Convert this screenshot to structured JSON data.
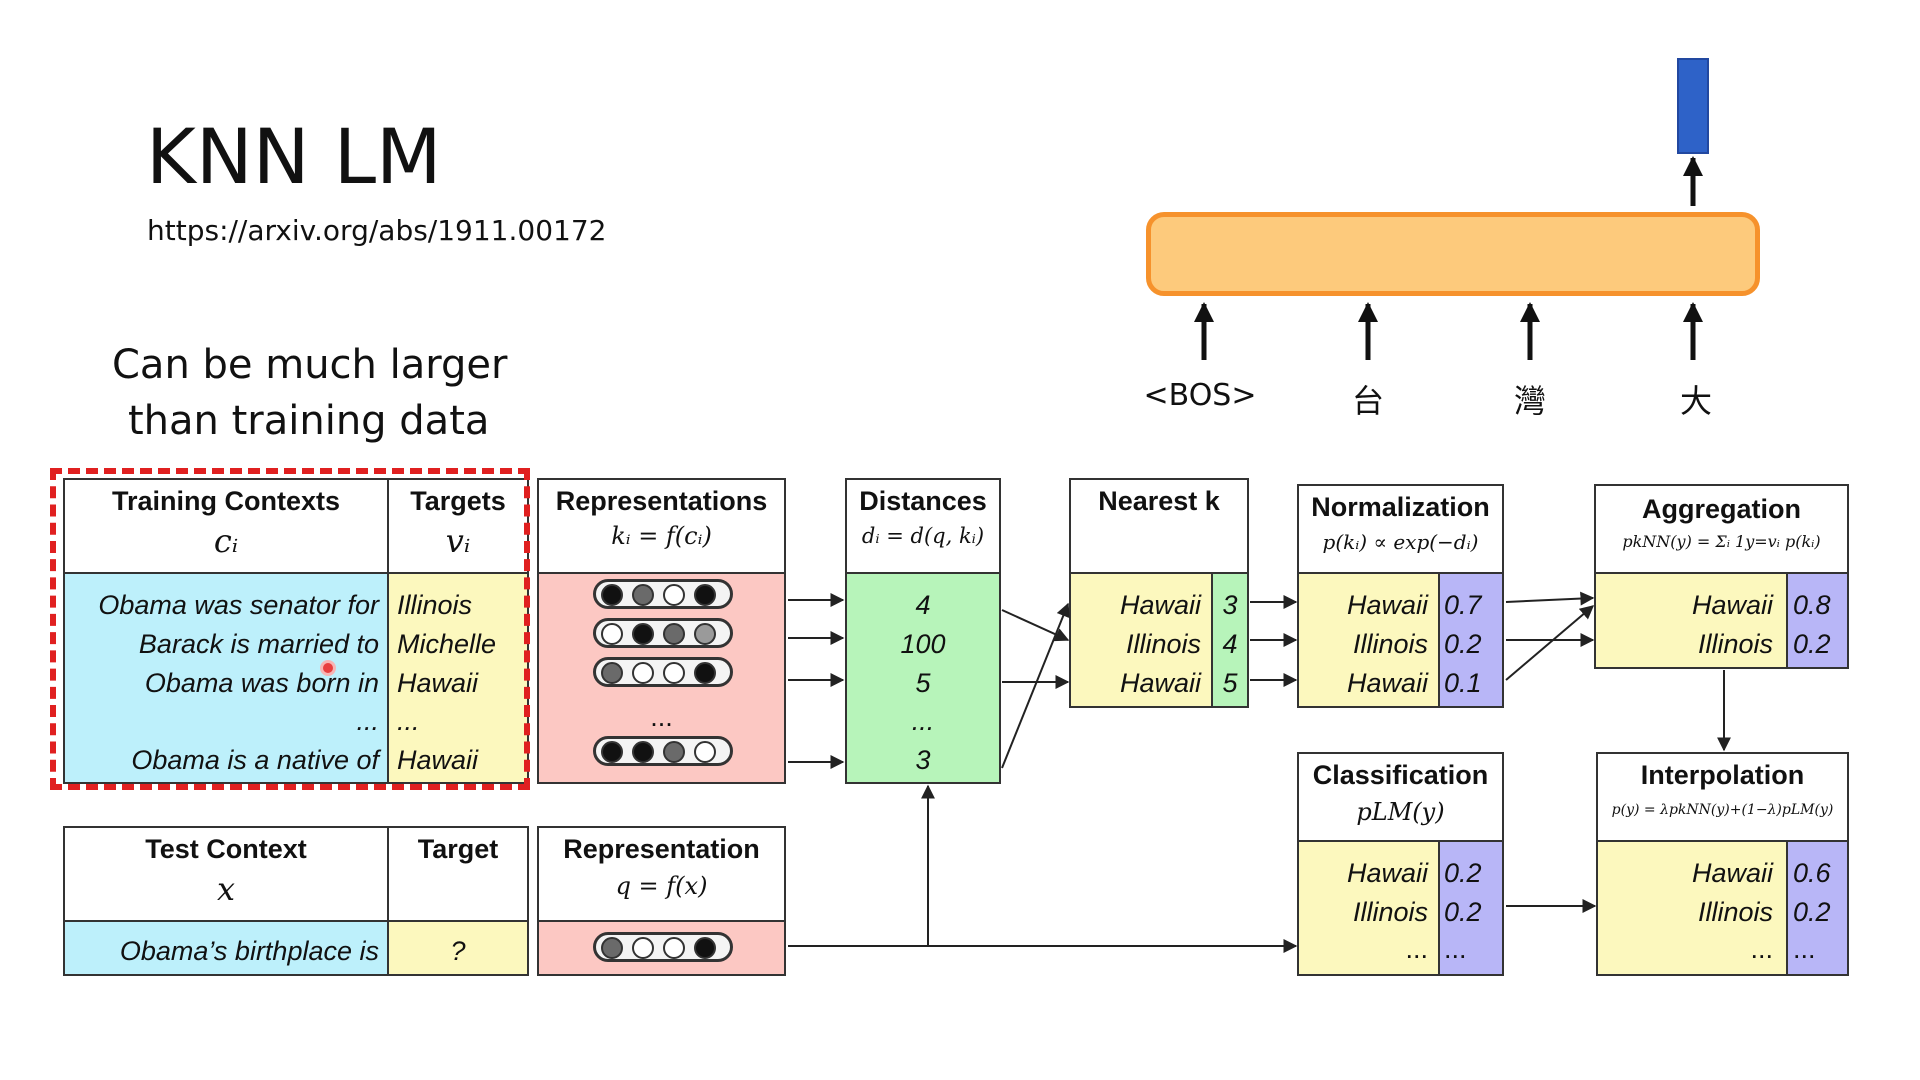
{
  "slide": {
    "title": "KNN LM",
    "url": "https://arxiv.org/abs/1911.00172",
    "note_line1": "Can be much larger",
    "note_line2": "than training data"
  },
  "lm": {
    "tokens": [
      "<BOS>",
      "台",
      "灣",
      "大"
    ]
  },
  "training": {
    "header": "Training Contexts",
    "formula": "cᵢ",
    "contexts": [
      "Obama was senator for",
      "Barack is married to",
      "Obama was born in",
      "...",
      "Obama is a native of"
    ],
    "targets_header": "Targets",
    "targets_formula": "vᵢ",
    "targets": [
      "Illinois",
      "Michelle",
      "Hawaii",
      "...",
      "Hawaii"
    ]
  },
  "representations": {
    "header": "Representations",
    "formula": "kᵢ = f(cᵢ)",
    "ellipsis": "...",
    "patterns": [
      [
        "#111111",
        "#6a6a6a",
        "#ffffff",
        "#111111"
      ],
      [
        "#ffffff",
        "#111111",
        "#6a6a6a",
        "#9a9a9a"
      ],
      [
        "#6a6a6a",
        "#ffffff",
        "#ffffff",
        "#111111"
      ],
      [
        "#111111",
        "#111111",
        "#6a6a6a",
        "#ffffff"
      ]
    ]
  },
  "distances": {
    "header": "Distances",
    "formula": "dᵢ = d(q, kᵢ)",
    "values": [
      "4",
      "100",
      "5",
      "...",
      "3"
    ]
  },
  "nearest": {
    "header": "Nearest k",
    "words": [
      "Hawaii",
      "Illinois",
      "Hawaii"
    ],
    "values": [
      "3",
      "4",
      "5"
    ]
  },
  "normalization": {
    "header": "Normalization",
    "formula": "p(kᵢ) ∝ exp(−dᵢ)",
    "words": [
      "Hawaii",
      "Illinois",
      "Hawaii"
    ],
    "values": [
      "0.7",
      "0.2",
      "0.1"
    ]
  },
  "aggregation": {
    "header": "Aggregation",
    "formula": "pkNN(y) = Σᵢ 1y=vᵢ p(kᵢ)",
    "words": [
      "Hawaii",
      "Illinois"
    ],
    "values": [
      "0.8",
      "0.2"
    ]
  },
  "classification": {
    "header": "Classification",
    "formula": "pLM(y)",
    "words": [
      "Hawaii",
      "Illinois",
      "..."
    ],
    "values": [
      "0.2",
      "0.2",
      "..."
    ]
  },
  "interpolation": {
    "header": "Interpolation",
    "formula": "p(y) = λpkNN(y)+(1−λ)pLM(y)",
    "words": [
      "Hawaii",
      "Illinois",
      "..."
    ],
    "values": [
      "0.6",
      "0.2",
      "..."
    ]
  },
  "test": {
    "header": "Test Context",
    "formula": "x",
    "context": "Obama’s birthplace is",
    "target_header": "Target",
    "target": "?",
    "rep_header": "Representation",
    "rep_formula": "q = f(x)",
    "pattern": [
      "#6a6a6a",
      "#ffffff",
      "#ffffff",
      "#111111"
    ]
  }
}
